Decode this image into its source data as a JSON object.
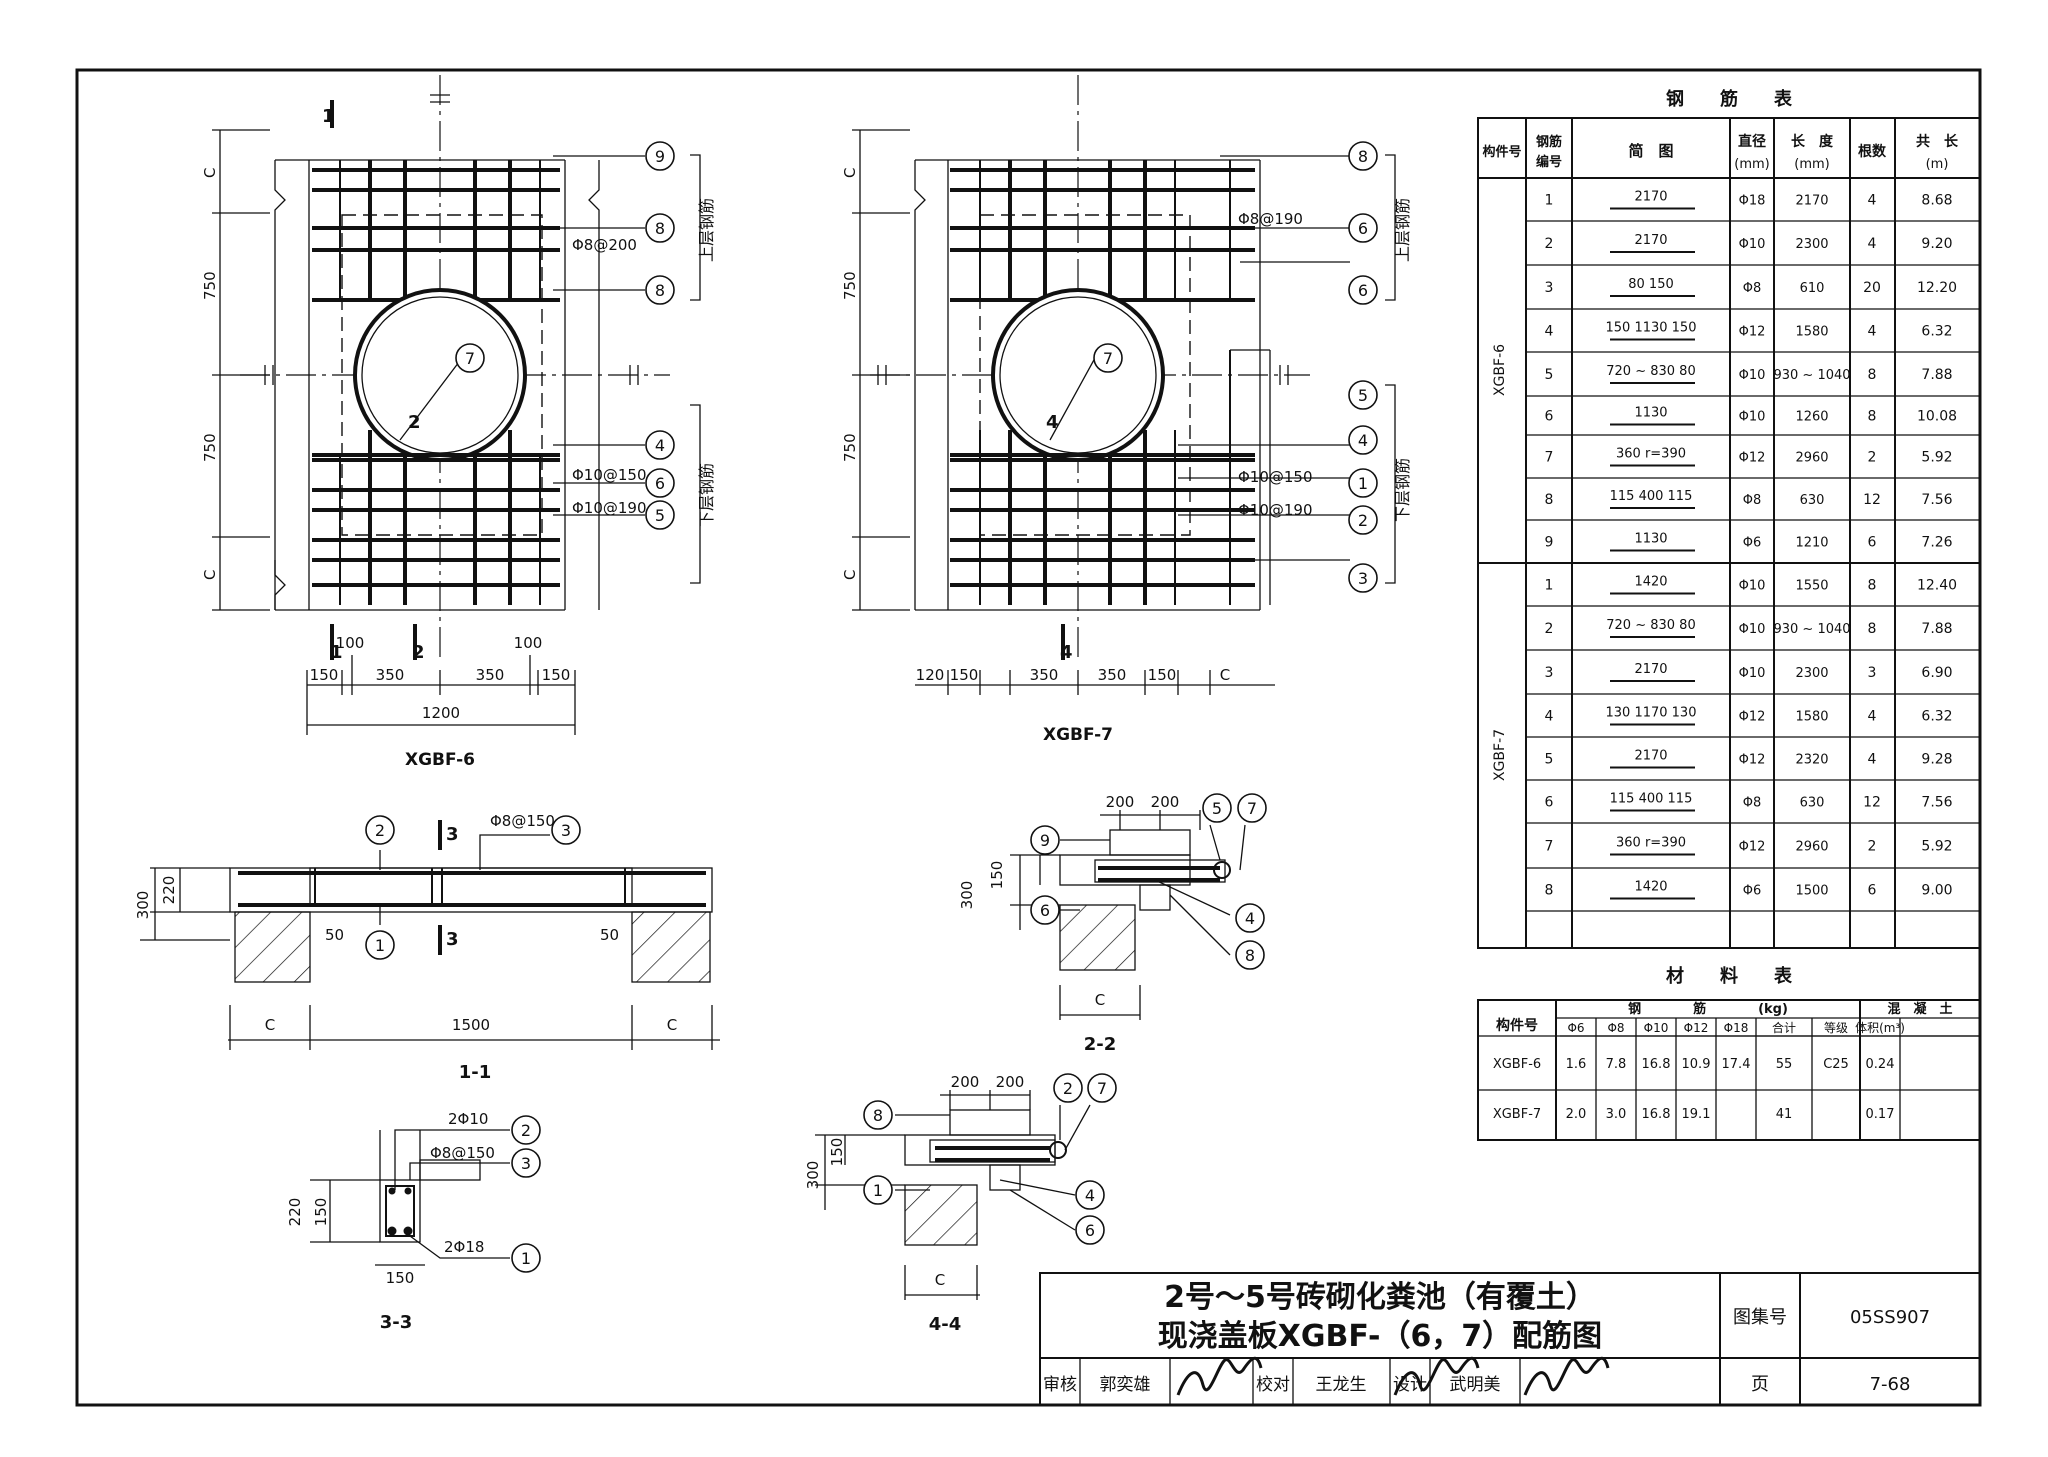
{
  "drawings": {
    "xgbf6_title": "XGBF-6",
    "xgbf7_title": "XGBF-7",
    "sec11_title": "1-1",
    "sec22_title": "2-2",
    "sec33_title": "3-3",
    "sec44_title": "4-4",
    "label_upper": "上层钢筋",
    "label_lower": "下层钢筋",
    "c": "C",
    "d750": "750",
    "d1200": "1200",
    "d1500": "1500",
    "d350": "350",
    "d150": "150",
    "d100": "100",
    "d120": "120",
    "d200": "200",
    "d300": "300",
    "d220": "220",
    "d50": "50",
    "callout_8_200": "Φ8@200",
    "callout_8_190": "Φ8@190",
    "callout_10_150": "Φ10@150",
    "callout_10_190": "Φ10@190",
    "callout_8_150": "Φ8@150",
    "callout_2phi10": "2Φ10",
    "callout_2phi18": "2Φ18",
    "cut_1": "1",
    "cut_2": "2",
    "cut_3": "3",
    "cut_4": "4",
    "bubbles": [
      "1",
      "2",
      "3",
      "4",
      "5",
      "6",
      "7",
      "8",
      "9"
    ]
  },
  "rebar_table": {
    "title": "钢　　筋　　表",
    "headers": [
      "构件号",
      "钢筋编号",
      "简　图",
      "直径(mm)",
      "长　度(mm)",
      "根数",
      "共　长(m)"
    ],
    "groups": [
      {
        "member": "XGBF-6",
        "rows": [
          {
            "no": "1",
            "sketch": "2170",
            "dia": "Φ18",
            "len": "2170",
            "qty": "4",
            "total": "8.68"
          },
          {
            "no": "2",
            "sketch": "2170",
            "dia": "Φ10",
            "len": "2300",
            "qty": "4",
            "total": "9.20"
          },
          {
            "no": "3",
            "sketch": "80 150",
            "dia": "Φ8",
            "len": "610",
            "qty": "20",
            "total": "12.20"
          },
          {
            "no": "4",
            "sketch": "150 1130 150",
            "dia": "Φ12",
            "len": "1580",
            "qty": "4",
            "total": "6.32"
          },
          {
            "no": "5",
            "sketch": "720 ~ 830 80",
            "dia": "Φ10",
            "len": "930 ~ 1040",
            "qty": "8",
            "total": "7.88"
          },
          {
            "no": "6",
            "sketch": "1130",
            "dia": "Φ10",
            "len": "1260",
            "qty": "8",
            "total": "10.08"
          },
          {
            "no": "7",
            "sketch": "360 r=390",
            "dia": "Φ12",
            "len": "2960",
            "qty": "2",
            "total": "5.92"
          },
          {
            "no": "8",
            "sketch": "115 400 115",
            "dia": "Φ8",
            "len": "630",
            "qty": "12",
            "total": "7.56"
          },
          {
            "no": "9",
            "sketch": "1130",
            "dia": "Φ6",
            "len": "1210",
            "qty": "6",
            "total": "7.26"
          }
        ]
      },
      {
        "member": "XGBF-7",
        "rows": [
          {
            "no": "1",
            "sketch": "1420",
            "dia": "Φ10",
            "len": "1550",
            "qty": "8",
            "total": "12.40"
          },
          {
            "no": "2",
            "sketch": "720 ~ 830 80",
            "dia": "Φ10",
            "len": "930 ~ 1040",
            "qty": "8",
            "total": "7.88"
          },
          {
            "no": "3",
            "sketch": "2170",
            "dia": "Φ10",
            "len": "2300",
            "qty": "3",
            "total": "6.90"
          },
          {
            "no": "4",
            "sketch": "130 1170 130",
            "dia": "Φ12",
            "len": "1580",
            "qty": "4",
            "total": "6.32"
          },
          {
            "no": "5",
            "sketch": "2170",
            "dia": "Φ12",
            "len": "2320",
            "qty": "4",
            "total": "9.28"
          },
          {
            "no": "6",
            "sketch": "115 400 115",
            "dia": "Φ8",
            "len": "630",
            "qty": "12",
            "total": "7.56"
          },
          {
            "no": "7",
            "sketch": "360 r=390",
            "dia": "Φ12",
            "len": "2960",
            "qty": "2",
            "total": "5.92"
          },
          {
            "no": "8",
            "sketch": "1420",
            "dia": "Φ6",
            "len": "1500",
            "qty": "6",
            "total": "9.00"
          }
        ]
      }
    ]
  },
  "material_table": {
    "title": "材　　料　　表",
    "h_member": "构件号",
    "h_steel": "钢　　　　筋　　　　(kg)",
    "h_concrete": "混　凝　土",
    "sub": [
      "Φ6",
      "Φ8",
      "Φ10",
      "Φ12",
      "Φ18",
      "合计",
      "等级",
      "体积(m³)"
    ],
    "rows": [
      {
        "member": "XGBF-6",
        "vals": [
          "1.6",
          "7.8",
          "16.8",
          "10.9",
          "17.4",
          "55",
          "C25",
          "0.24"
        ]
      },
      {
        "member": "XGBF-7",
        "vals": [
          "2.0",
          "3.0",
          "16.8",
          "19.1",
          "",
          "41",
          "",
          "0.17"
        ]
      }
    ]
  },
  "title_block": {
    "line1": "2号～5号砖砌化粪池（有覆土）",
    "line2": "现浇盖板XGBF-（6，7）配筋图",
    "atlas_label": "图集号",
    "atlas_no": "05SS907",
    "page_label": "页",
    "page_no": "7-68",
    "review_label": "审核",
    "reviewer": "郭奕雄",
    "check_label": "校对",
    "checker": "王龙生",
    "design_label": "设计",
    "designer": "武明美"
  }
}
